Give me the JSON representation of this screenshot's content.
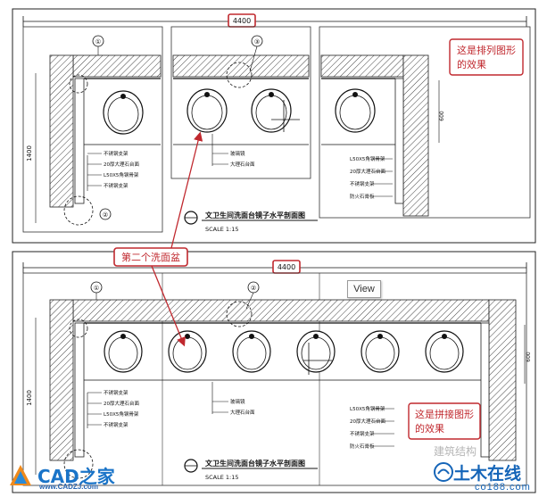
{
  "top_plan": {
    "dimension": "4400",
    "side_dimension": "1400",
    "right_dimension": "600",
    "title": "文卫生间洗面台镜子水平剖面图",
    "scale": "SCALE 1:15",
    "callout_marks": [
      "①",
      "②",
      "③"
    ],
    "left_notes": [
      "不锈钢支架",
      "20厚大理石台面",
      "L50X5角钢骨架",
      "不锈钢支架"
    ],
    "mid_notes": [
      "玻璃镜",
      "大理石台面"
    ],
    "right_notes": [
      "L50X5角钢骨架",
      "20厚大理石台面",
      "不锈钢支架",
      "防火石膏板"
    ],
    "annotation": [
      "这是排列图形",
      "的效果"
    ]
  },
  "bottom_plan": {
    "dimension": "4400",
    "side_dimension": "1400",
    "right_dimension": "600",
    "title": "文卫生间洗面台镜子水平剖面图",
    "scale": "SCALE 1:15",
    "callout_marks": [
      "①",
      "②"
    ],
    "left_notes": [
      "不锈钢支架",
      "20厚大理石台面",
      "L50X5角钢骨架",
      "不锈钢支架"
    ],
    "mid_notes": [
      "玻璃镜",
      "大理石台面"
    ],
    "right_notes": [
      "L50X5角钢骨架",
      "20厚大理石台面",
      "不锈钢支架",
      "防火石膏板"
    ],
    "annotation": [
      "这是拼接图形",
      "的效果"
    ]
  },
  "callout_label": "第二个洗面盆",
  "tooltip": "View",
  "watermarks": {
    "left_brand": "CAD之家",
    "left_url": "www.CADZJ.com",
    "mid_text": "建筑结构",
    "right_brand": "土木在线",
    "right_url": "co188.com"
  },
  "colors": {
    "line": "#111111",
    "highlight": "#c0282e",
    "hatch": "#555555"
  }
}
